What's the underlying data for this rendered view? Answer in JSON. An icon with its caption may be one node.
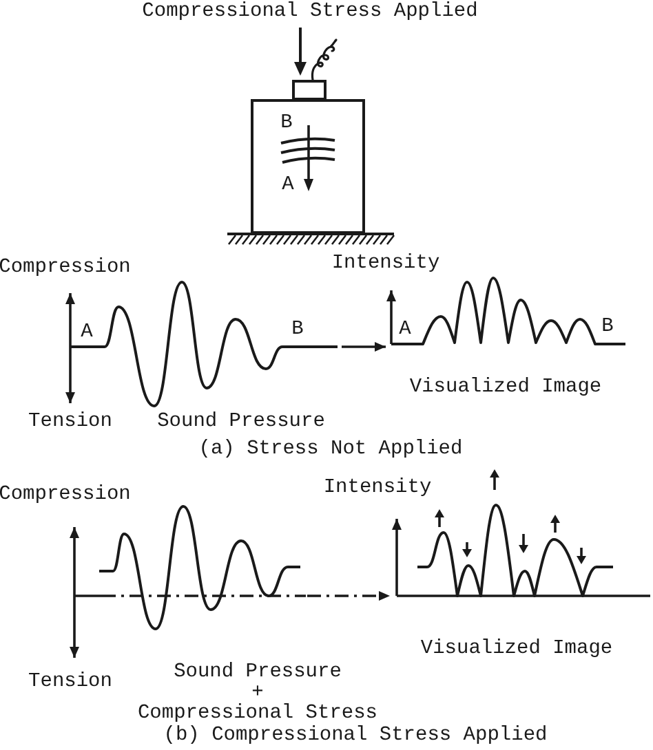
{
  "diagram": {
    "nodes": [
      {
        "text": [
          "B",
          "A"
        ]
      },
      {
        "text": [],
        "shape": "picture",
        "beside": [
          "Compression",
          "Tension",
          "Sound Pressure"
        ]
      },
      {
        "text": [],
        "shape": "picture",
        "beside": [
          "Intensity",
          "Visualized Image"
        ]
      },
      {
        "text": [],
        "shape": "picture",
        "beside": [
          "Compression",
          "Tension",
          "Sound Pressure + Compressional Stress"
        ]
      },
      {
        "text": [],
        "shape": "picture",
        "beside": [
          "Intensity",
          "Visualized Image"
        ]
      }
    ],
    "edges": [
      {
        "from": 1,
        "to": 2,
        "arrow": "to"
      },
      {
        "from": 3,
        "to": 4,
        "arrow": "to",
        "style": "dashed"
      }
    ],
    "labels": [
      "Compressional Stress Applied",
      "A",
      "B",
      "A",
      "B",
      "(a) Stress Not Applied",
      "(b) Compressional Stress Applied"
    ]
  }
}
